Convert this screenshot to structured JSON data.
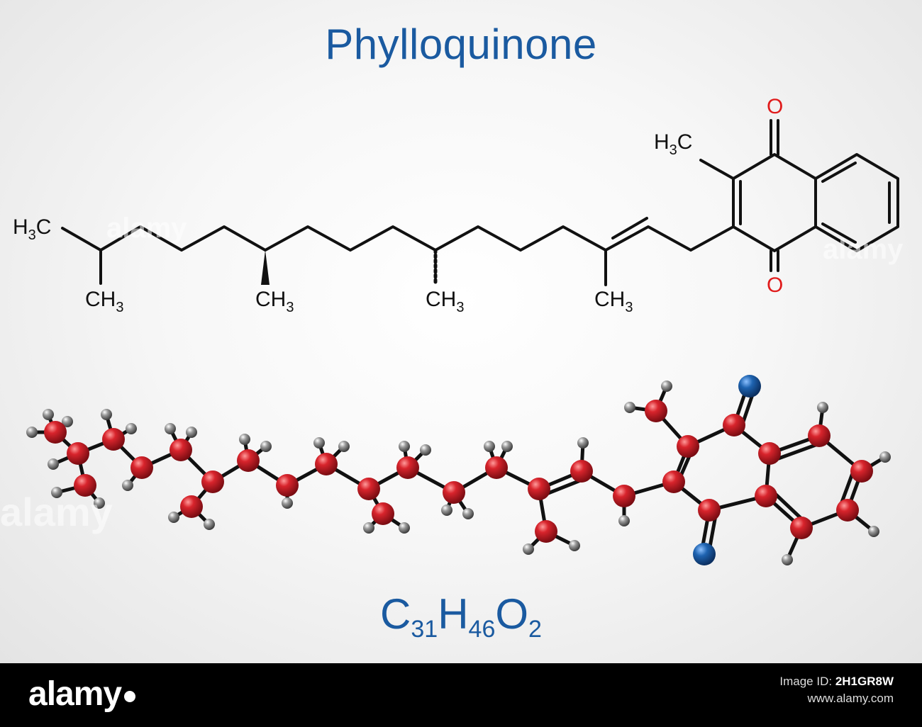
{
  "title": "Phylloquinone",
  "formula": {
    "C": "C",
    "c_count": "31",
    "H": "H",
    "h_count": "46",
    "O": "O",
    "o_count": "2"
  },
  "labels": {
    "h3c_left": "H",
    "h3c_left_sub": "3",
    "h3c_left_c": "C",
    "methyl": "CH",
    "methyl_sub": "3",
    "h3c_top": "H",
    "h3c_top_sub": "3",
    "h3c_top_c": "C",
    "oxygen": "O"
  },
  "watermark": "alamy",
  "footer": {
    "brand": "alamy",
    "id_label": "Image ID:",
    "id_value": "2H1GR8W",
    "site": "www.alamy.com"
  },
  "colors": {
    "title": "#1a5aa0",
    "carbon": "#c81e28",
    "hydrogen": "#8a8a8a",
    "oxygen": "#1e5fa8",
    "bond": "#111111",
    "oxygen_label": "#e01b1b"
  }
}
